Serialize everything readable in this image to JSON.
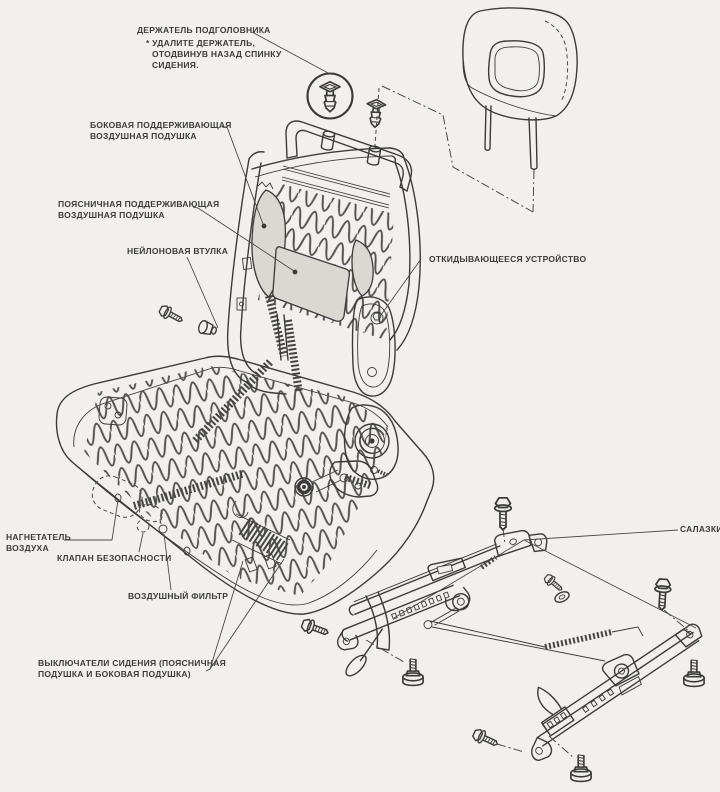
{
  "figure": {
    "type": "technical-exploded-diagram",
    "subject": "automobile front seat assembly",
    "background_color": "#f1f0ee",
    "ink_color": "#3b3b3b",
    "pad_fill_color": "#d9d8d2"
  },
  "callouts": {
    "headrest_holder": {
      "title": "ДЕРЖАТЕЛЬ ПОДГОЛОВНИКА",
      "note1": "* УДАЛИТЕ ДЕРЖАТЕЛЬ,",
      "note2": "ОТОДВИНУВ НАЗАД СПИНКУ",
      "note3": "СИДЕНИЯ."
    },
    "side_airbag": {
      "line1": "БОКОВАЯ ПОДДЕРЖИВАЮЩАЯ",
      "line2": "ВОЗДУШНАЯ ПОДУШКА"
    },
    "lumbar_airbag": {
      "line1": "ПОЯСНИЧНАЯ ПОДДЕРЖИВАЮЩАЯ",
      "line2": "ВОЗДУШНАЯ ПОДУШКА"
    },
    "nylon_bushing": {
      "line1": "НЕЙЛОНОВАЯ ВТУЛКА"
    },
    "recliner": {
      "line1": "ОТКИДЫВАЮЩЕЕСЯ УСТРОЙСТВО"
    },
    "air_blower": {
      "line1": "НАГНЕТАТЕЛЬ",
      "line2": "ВОЗДУХА"
    },
    "safety_valve": {
      "line1": "КЛАПАН БЕЗОПАСНОСТИ"
    },
    "air_filter": {
      "line1": "ВОЗДУШНЫЙ ФИЛЬТР"
    },
    "seat_switches": {
      "line1": "ВЫКЛЮЧАТЕЛИ СИДЕНИЯ (ПОЯСНИЧНАЯ",
      "line2": "ПОДУШКА И БОКОВАЯ ПОДУШКА)"
    },
    "rails": {
      "line1": "САЛАЗКИ"
    }
  }
}
